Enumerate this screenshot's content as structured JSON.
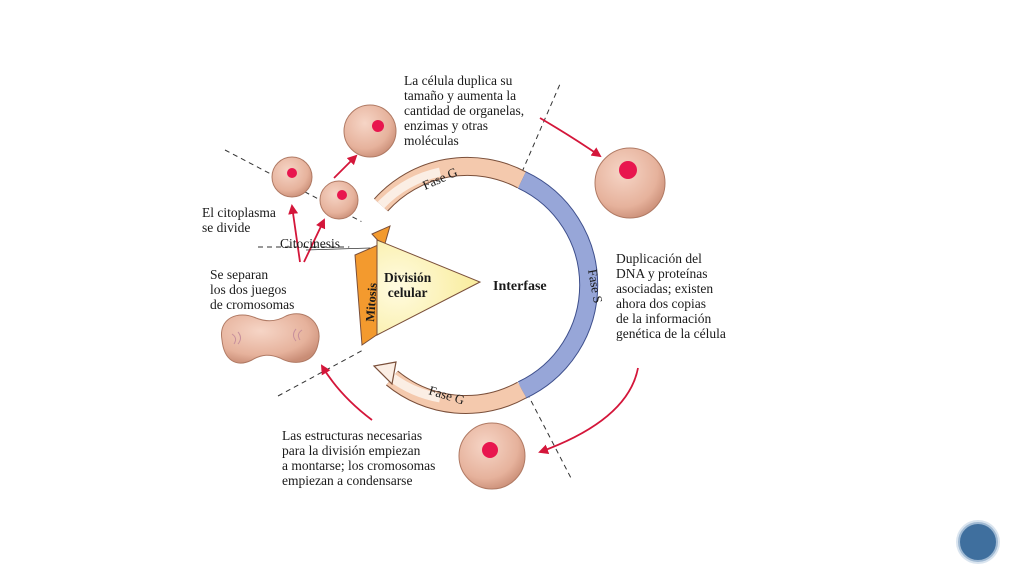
{
  "labels": {
    "top_right": "La célula duplica su\ntamaño y aumenta la\ncantidad de organelas,\nenzimas y otras\nmoléculas",
    "cytoplasm_divides": "El citoplasma\nse divide",
    "cytokinesis": "Citocinesis",
    "separate": "Se separan\nlos dos juegos\nde cromosomas",
    "dna": "Duplicación del\nDNA y proteínas\nasociadas; existen\nahora dos copias\nde la información\ngenética de la célula",
    "bottom": "Las estructuras necesarias\npara la división empiezan\na montarse; los cromosomas\nempiezan a condensarse",
    "interphase": "Interfase",
    "division": "División\ncelular",
    "mitosis": "Mitosis",
    "phase_g_top": "Fase G",
    "phase_g_bottom": "Fase G",
    "phase_s": "Fase S"
  },
  "colors": {
    "arc_peach": "#f4c9ad",
    "arc_blue": "#8f9fd2",
    "arc_white": "#fbf6f1",
    "mitosis_orange": "#f39a2e",
    "wedge_yellow": "#fbf1a4",
    "cell_fill": "#e9b8a4",
    "nucleus": "#e8164e",
    "arrow_red": "#d4163a"
  }
}
